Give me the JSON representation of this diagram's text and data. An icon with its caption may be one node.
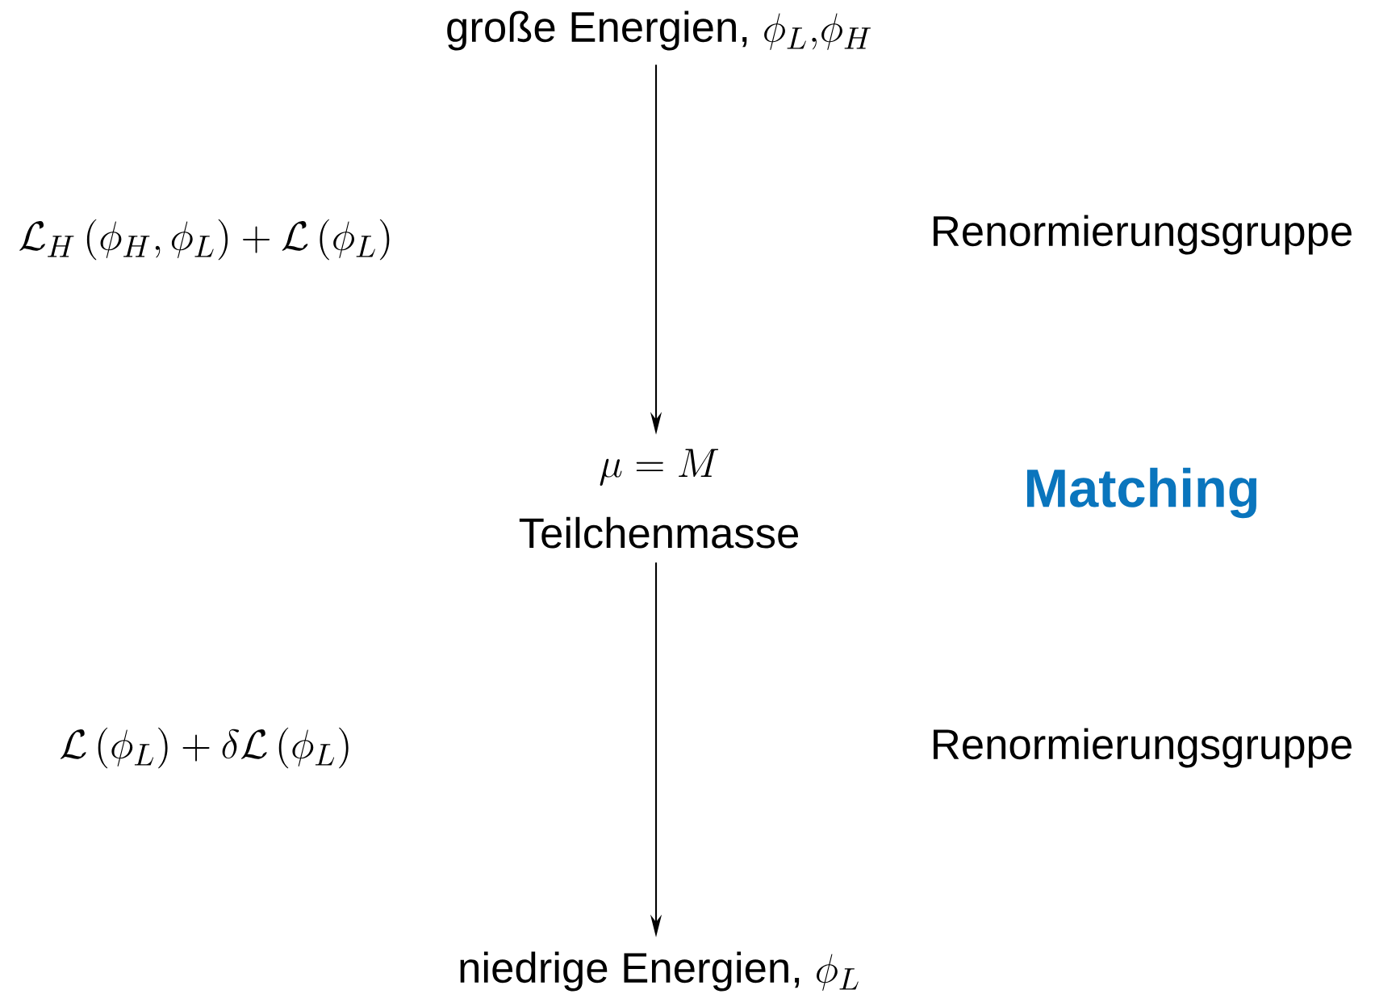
{
  "diagram": {
    "nodes": [
      {
        "text": [
          "\\text{große Energien, }\\phi_L{,}\\phi_H"
        ]
      },
      {
        "text": [
          "\\mu = M",
          "Teilchenmasse"
        ]
      },
      {
        "text": [
          "\\text{niedrige Energien, }\\phi_L"
        ]
      }
    ],
    "edges": [
      {
        "from": 0,
        "to": 1,
        "arrow": "to"
      },
      {
        "from": 1,
        "to": 2,
        "arrow": "to"
      }
    ],
    "labels": [
      "\\mathcal{L}_H\\left(\\phi_H,\\phi_L\\right)+\\mathcal{L}\\left(\\phi_L\\right)",
      "Renormierungsgruppe",
      "Matching",
      "\\mathcal{L}\\left(\\phi_L\\right)+\\delta\\mathcal{L}\\left(\\phi_L\\right)",
      "Renormierungsgruppe"
    ]
  }
}
